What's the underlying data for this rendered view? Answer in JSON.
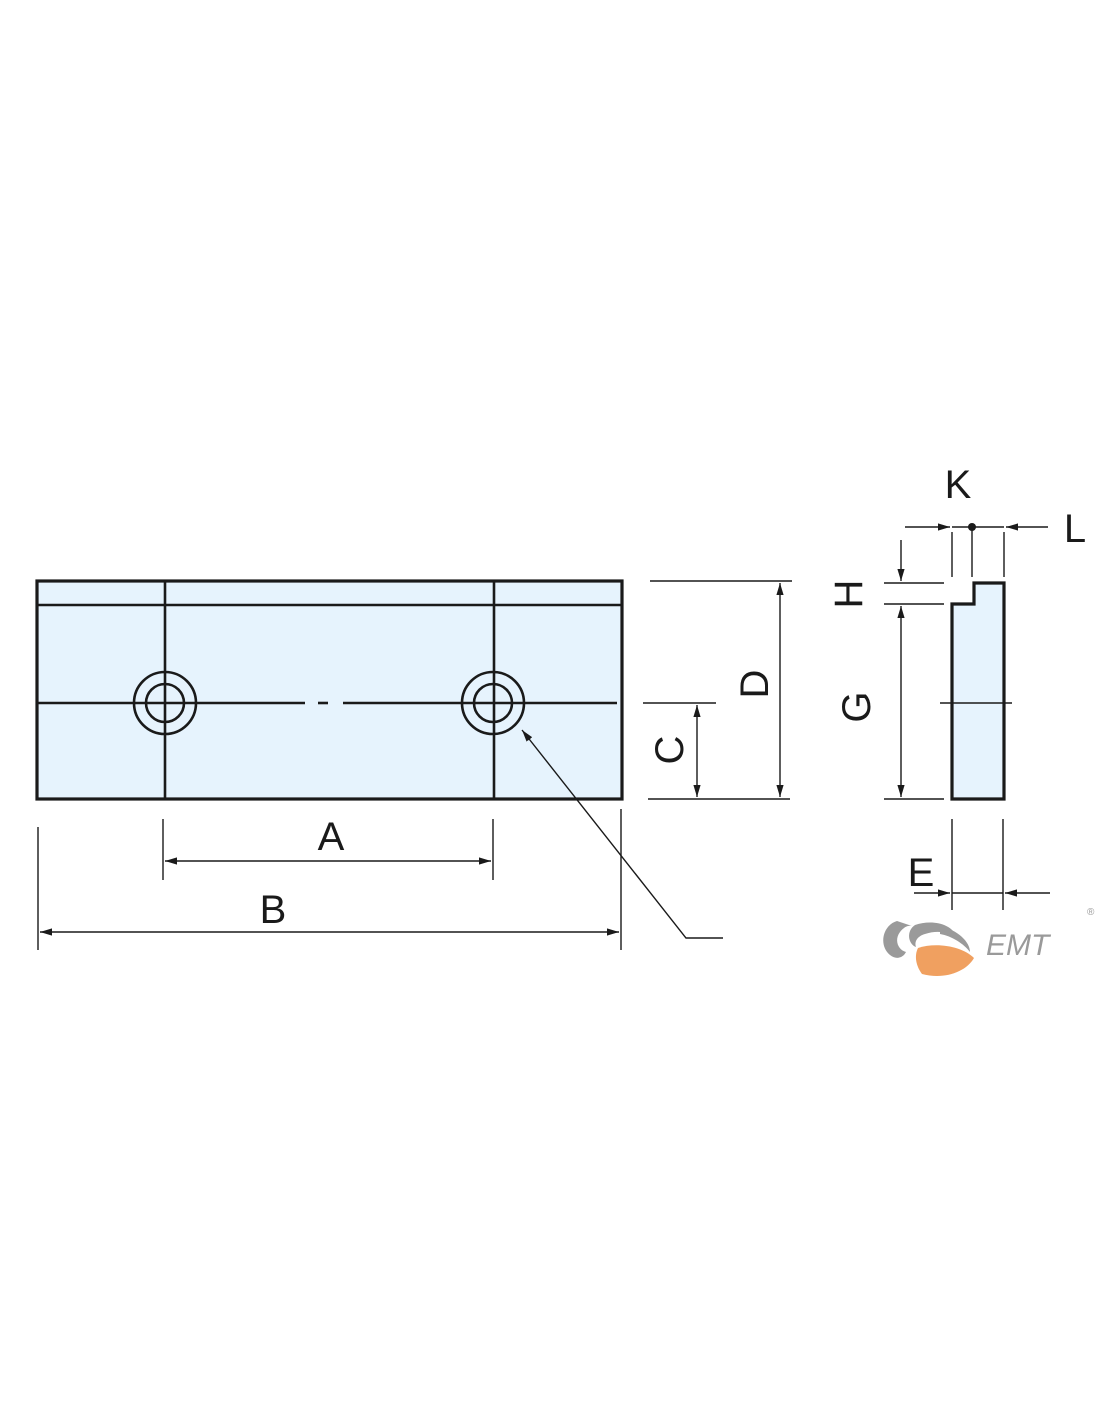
{
  "labels": {
    "a": "A",
    "b": "B",
    "c": "C",
    "d": "D",
    "e": "E",
    "g": "G",
    "h": "H",
    "k": "K",
    "l": "L"
  },
  "logo": {
    "text": "EMT",
    "registered": "®",
    "colors": {
      "gray": "#9a9a9a",
      "orange": "#f0a060"
    }
  },
  "colors": {
    "part_fill": "#e6f3fd",
    "line": "#1a1a1a"
  }
}
